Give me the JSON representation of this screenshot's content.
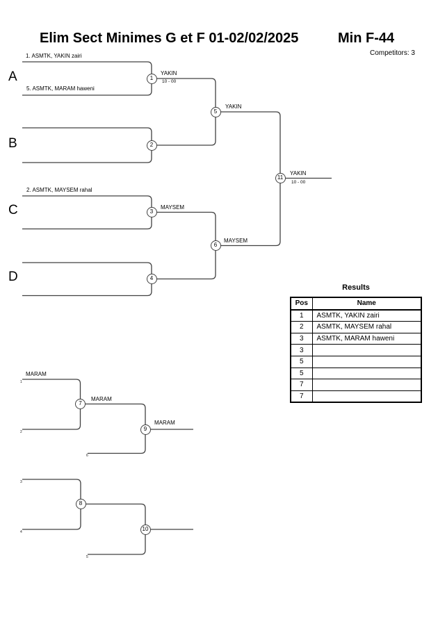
{
  "header": {
    "title_left": "Elim Sect Minimes G et F  01-02/02/2025",
    "title_right": "Min F-44",
    "competitors": "Competitors: 3"
  },
  "bracket": {
    "sections": {
      "a": "A",
      "b": "B",
      "c": "C",
      "d": "D"
    },
    "entries": {
      "a_top": "1. ASMTK, YAKIN zairi",
      "a_bottom": "5. ASMTK, MARAM haweni",
      "c_top": "2. ASMTK, MAYSEM rahal"
    },
    "nodes": {
      "n1": "1",
      "n2": "2",
      "n3": "3",
      "n4": "4",
      "n5": "5",
      "n6": "6",
      "n11": "11"
    },
    "winners": {
      "m1_name": "YAKIN",
      "m1_score": "10 - 00",
      "m3_name": "MAYSEM",
      "m5_name": "YAKIN",
      "m6_name": "MAYSEM",
      "m11_name": "YAKIN",
      "m11_score": "10 - 00"
    }
  },
  "consolation": {
    "nodes": {
      "n7": "7",
      "n8": "8",
      "n9": "9",
      "n10": "10"
    },
    "labels": {
      "feed_top": "MARAM",
      "m7_name": "MARAM",
      "m9_name": "MARAM"
    },
    "refs": {
      "r1": "1",
      "r2": "2",
      "r6": "6",
      "r3": "3",
      "r4": "4",
      "r5": "5"
    }
  },
  "results": {
    "title": "Results",
    "columns": {
      "pos": "Pos",
      "name": "Name"
    },
    "rows": [
      {
        "pos": "1",
        "name": "ASMTK, YAKIN zairi"
      },
      {
        "pos": "2",
        "name": "ASMTK, MAYSEM rahal"
      },
      {
        "pos": "3",
        "name": "ASMTK, MARAM haweni"
      },
      {
        "pos": "3",
        "name": ""
      },
      {
        "pos": "5",
        "name": ""
      },
      {
        "pos": "5",
        "name": ""
      },
      {
        "pos": "7",
        "name": ""
      },
      {
        "pos": "7",
        "name": ""
      }
    ]
  },
  "colors": {
    "line": "#404040",
    "text": "#000000",
    "background": "#ffffff"
  }
}
